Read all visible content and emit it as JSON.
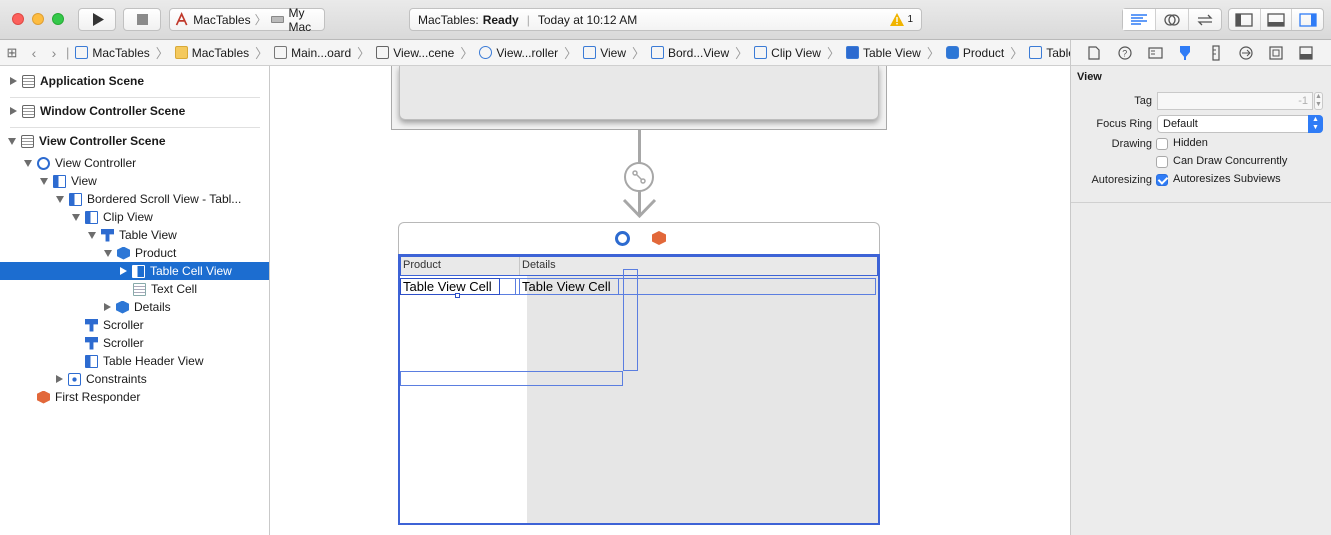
{
  "toolbar": {
    "scheme": "MacTables",
    "destination": "My Mac",
    "status_app": "MacTables:",
    "status_state": "Ready",
    "status_time": "Today at 10:12 AM",
    "warnings": "1"
  },
  "jumpbar": {
    "crumbs": [
      "MacTables",
      "MacTables",
      "Main...oard",
      "View...cene",
      "View...roller",
      "View",
      "Bord...View",
      "Clip View",
      "Table View",
      "Product",
      "Table Cell View"
    ]
  },
  "navigator": {
    "scenes": {
      "application": "Application Scene",
      "window_controller": "Window Controller Scene",
      "view_controller": "View Controller Scene"
    },
    "items": {
      "view_controller": "View Controller",
      "view": "View",
      "bordered_scroll_view": "Bordered Scroll View - Tabl...",
      "clip_view": "Clip View",
      "table_view": "Table View",
      "product": "Product",
      "table_cell_view": "Table Cell View",
      "text_cell": "Text Cell",
      "details": "Details",
      "scroller1": "Scroller",
      "scroller2": "Scroller",
      "table_header_view": "Table Header View",
      "constraints": "Constraints",
      "first_responder": "First Responder"
    }
  },
  "canvas": {
    "col_product": "Product",
    "col_details": "Details",
    "cell1": "Table View Cell",
    "cell2": "Table View Cell"
  },
  "inspector": {
    "section": "View",
    "tag_label": "Tag",
    "tag_value": "-1",
    "focus_ring_label": "Focus Ring",
    "focus_ring_value": "Default",
    "drawing_label": "Drawing",
    "hidden_label": "Hidden",
    "hidden_checked": false,
    "can_draw_label": "Can Draw Concurrently",
    "can_draw_checked": false,
    "autoresizing_label": "Autoresizing",
    "autoresizes_label": "Autoresizes Subviews",
    "autoresizes_checked": true
  },
  "colors": {
    "selection": "#1c6dd0",
    "accent": "#2f7cf6",
    "warning": "#f0b400"
  }
}
